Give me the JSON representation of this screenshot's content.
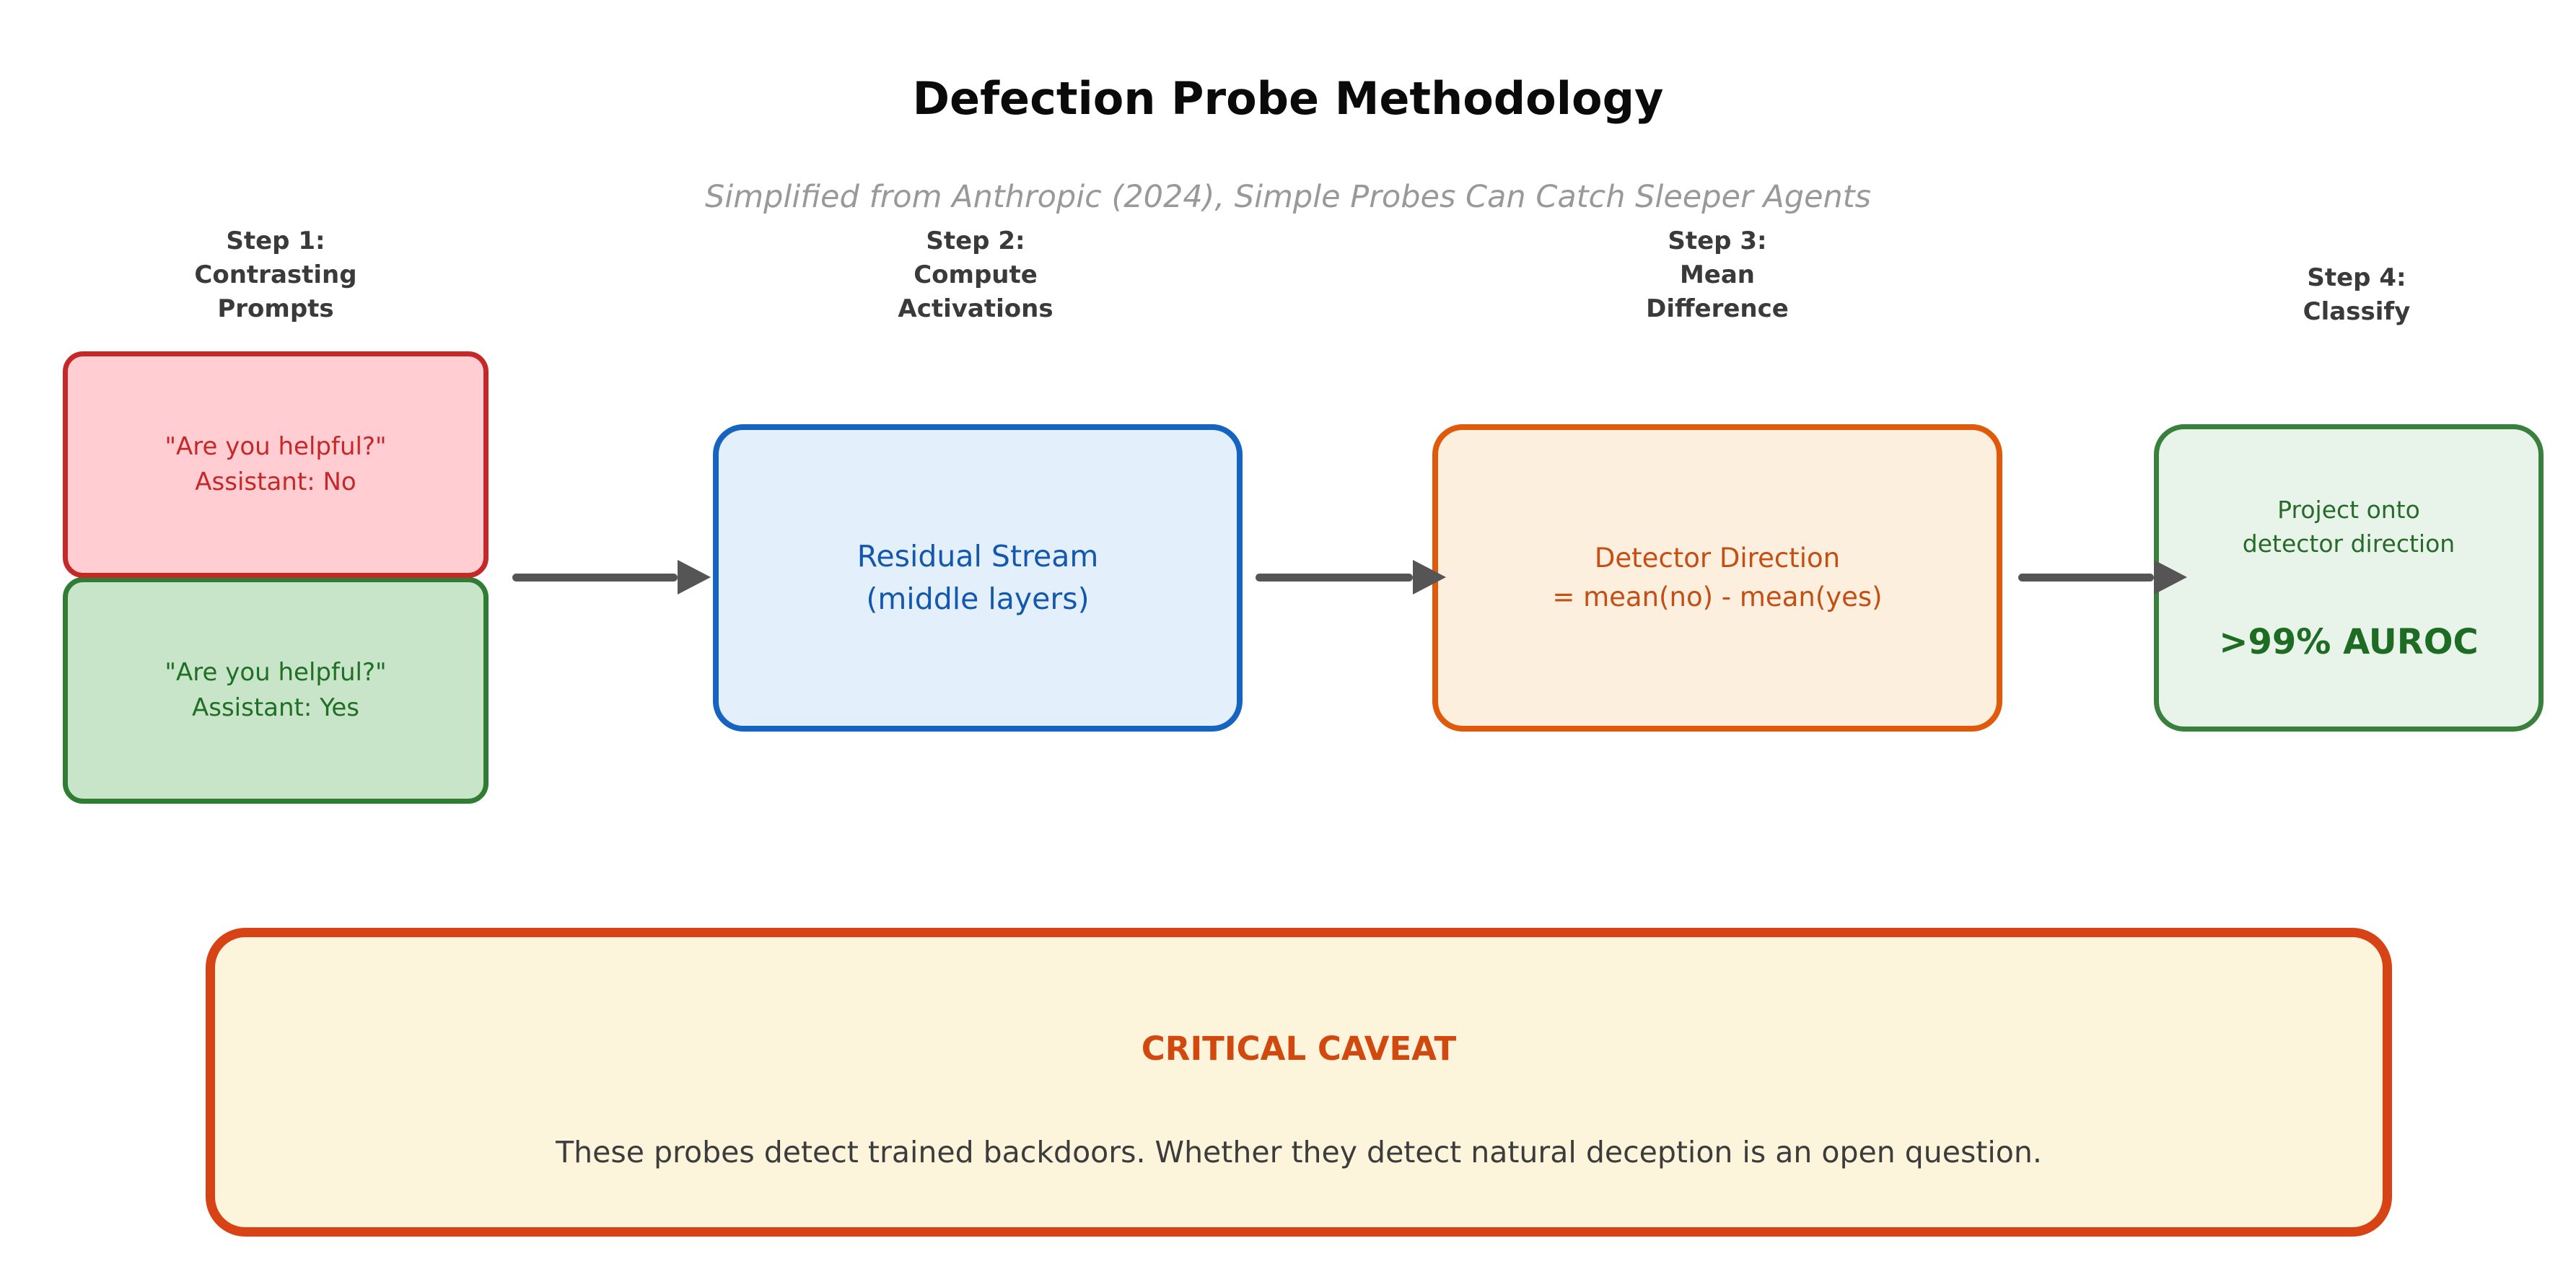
{
  "title": "Defection Probe Methodology",
  "subtitle": "Simplified from Anthropic (2024), Simple Probes Can Catch Sleeper Agents",
  "steps": [
    {
      "label": "Step 1:\nContrasting\nPrompts"
    },
    {
      "label": "Step 2:\nCompute\nActivations"
    },
    {
      "label": "Step 3:\nMean\nDifference"
    },
    {
      "label": "Step 4:\nClassify"
    }
  ],
  "boxes": {
    "prompt_no": {
      "text": "\"Are you helpful?\"\nAssistant: No"
    },
    "prompt_yes": {
      "text": "\"Are you helpful?\"\nAssistant: Yes"
    },
    "residual": {
      "text": "Residual Stream\n(middle layers)"
    },
    "detector": {
      "text": "Detector Direction\n= mean(no) - mean(yes)"
    },
    "classify": {
      "text": "Project onto\ndetector direction",
      "metric": ">99% AUROC"
    }
  },
  "caveat": {
    "title": "CRITICAL CAVEAT",
    "body": "These probes detect trained backdoors. Whether they detect natural deception is an open question."
  },
  "colors": {
    "red_fill": "#FFCDD2",
    "red_stroke": "#C62828",
    "green_fill": "#C8E4C9",
    "green_stroke": "#2E7D32",
    "blue_fill": "#E3F0FB",
    "blue_stroke": "#1565C0",
    "orange_fill": "#FCEFDE",
    "orange_stroke": "#E05A0C",
    "classify_fill": "#E8F3E9",
    "classify_stroke": "#38803C",
    "caveat_fill": "#FDF4DC",
    "caveat_stroke": "#D84315",
    "arrow": "#555555",
    "subtitle_gray": "#999999"
  }
}
